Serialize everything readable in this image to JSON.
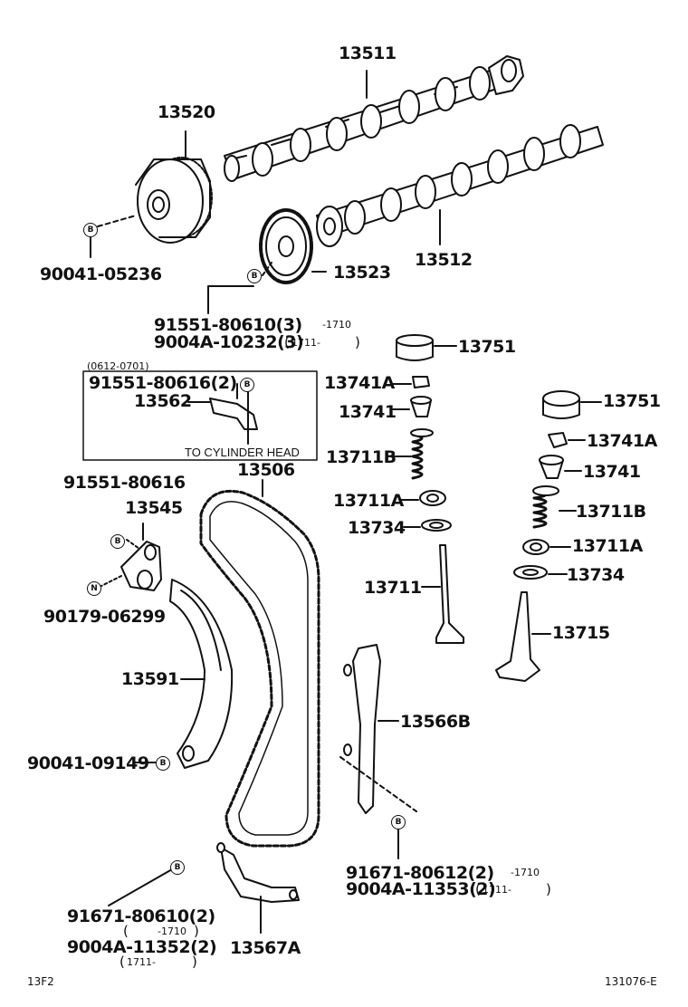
{
  "parts": {
    "p13511": "13511",
    "p13520": "13520",
    "p13512": "13512",
    "p13523": "13523",
    "p90041_05236": "90041-05236",
    "p91551_80610": "91551-80610(3)",
    "p9004A_10232": "9004A-10232(3)",
    "p13751_a": "13751",
    "p13751_b": "13751",
    "p13741A_a": "13741A",
    "p13741A_b": "13741A",
    "p13741_a": "13741",
    "p13741_b": "13741",
    "p13711B_a": "13711B",
    "p13711B_b": "13711B",
    "p13711A_a": "13711A",
    "p13711A_b": "13711A",
    "p13734_a": "13734",
    "p13734_b": "13734",
    "p13711": "13711",
    "p13715": "13715",
    "p91551_80616_box": "91551-80616(2)",
    "p13562": "13562",
    "p13506": "13506",
    "p91551_80616": "91551-80616",
    "p13545": "13545",
    "p90179_06299": "90179-06299",
    "p13591": "13591",
    "p90041_09149": "90041-09149",
    "p13566B": "13566B",
    "p91671_80612": "91671-80612(2)",
    "p9004A_11353": "9004A-11353(2)",
    "p91671_80610": "91671-80610(2)",
    "p9004A_11352": "9004A-11352(2)",
    "p13567A": "13567A"
  },
  "date_codes": {
    "until_1710_a": "-1710",
    "from_1711_a": "1711-",
    "box_range": "(0612-0701)",
    "until_1710_b": "-1710",
    "from_1711_b": "1711-",
    "until_1710_c": "-1710",
    "from_1711_c": "1711-"
  },
  "box_note": "TO CYLINDER HEAD",
  "badges": {
    "bolt": "B",
    "nut": "N"
  },
  "footer": {
    "left_code": "13F2",
    "right_code": "131076-E"
  }
}
